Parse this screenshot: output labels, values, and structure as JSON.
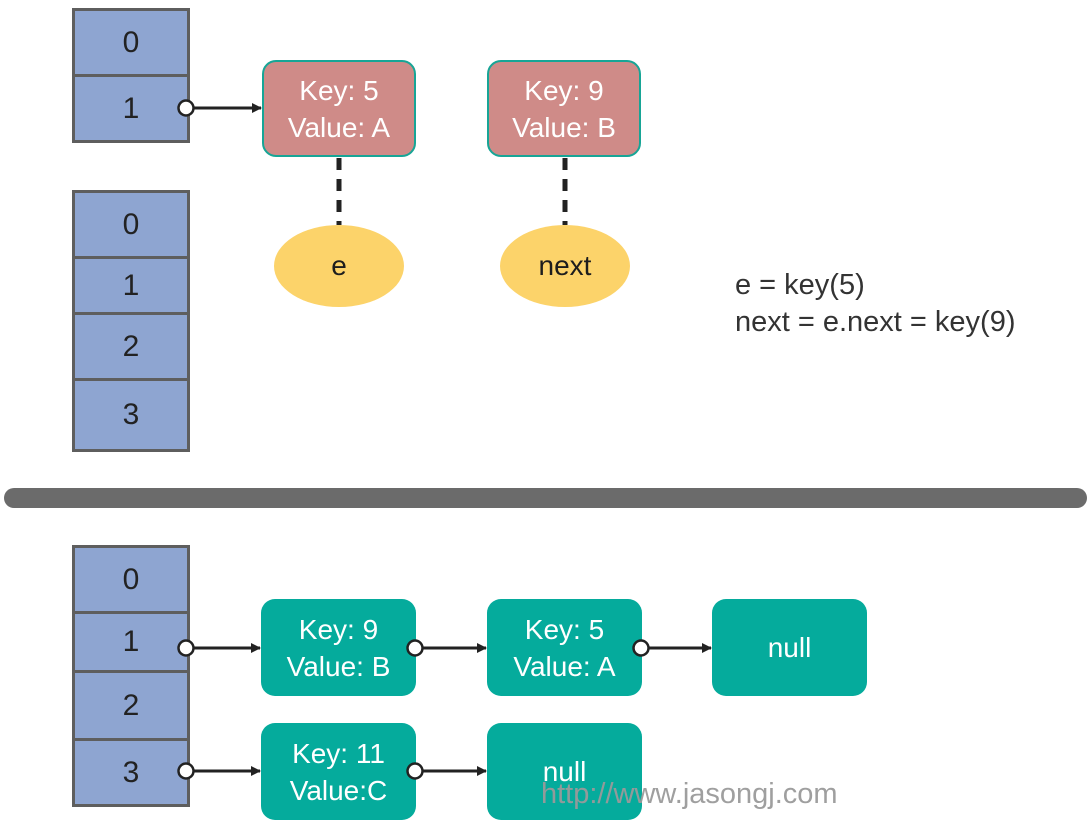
{
  "colors": {
    "bucket_fill": "#8ea5d1",
    "bucket_border": "#5e5e5e",
    "red_node": "#cf8b88",
    "teal_node": "#05ab9c",
    "pointer_ellipse": "#fcd36a",
    "divider": "#6b6b6b"
  },
  "top": {
    "table_small": {
      "indices": [
        "0",
        "1"
      ]
    },
    "table_large": {
      "indices": [
        "0",
        "1",
        "2",
        "3"
      ]
    },
    "node_key5": {
      "key": "Key: 5",
      "value": "Value: A"
    },
    "node_key9": {
      "key": "Key: 9",
      "value": "Value: B"
    },
    "ellipse_e": "e",
    "ellipse_next": "next",
    "notes": [
      "e = key(5)",
      "next = e.next = key(9)"
    ]
  },
  "bottom": {
    "table": {
      "indices": [
        "0",
        "1",
        "2",
        "3"
      ]
    },
    "row1": {
      "node_a": {
        "key": "Key: 9",
        "value": "Value: B"
      },
      "node_b": {
        "key": "Key: 5",
        "value": "Value: A"
      },
      "null_label": "null"
    },
    "row3": {
      "node_a": {
        "key": "Key: 11",
        "value": "Value:C"
      },
      "null_label": "null"
    }
  },
  "watermark": "http://www.jasongj.com"
}
